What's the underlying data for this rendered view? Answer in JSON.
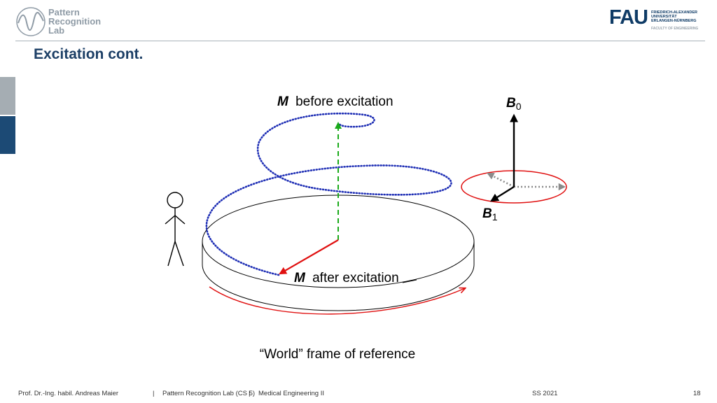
{
  "header": {
    "lab_logo_text": [
      "Pattern",
      "Recognition",
      "Lab"
    ],
    "fau_letters": "FAU",
    "fau_lines": [
      "FRIEDRICH-ALEXANDER",
      "UNIVERSITÄT",
      "ERLANGEN-NÜRNBERG"
    ],
    "fau_faculty": "FACULTY OF ENGINEERING"
  },
  "slide": {
    "title": "Excitation cont."
  },
  "diagram": {
    "label_m_before": "before excitation",
    "label_m_after": "after excitation",
    "label_m": "M",
    "label_b0": "B",
    "label_b0_sub": "0",
    "label_b1": "B",
    "label_b1_sub": "1",
    "caption": "“World” frame of reference",
    "colors": {
      "spiral": "#1f2fb5",
      "m_before": "#1aaa1a",
      "m_after": "#e01010",
      "rotation": "#e01010",
      "b1_circle": "#e01010",
      "b1_dashed": "#8a8a8a"
    }
  },
  "footer": {
    "author": "Prof. Dr.-Ing. habil. Andreas Maier",
    "lab": "Pattern Recognition Lab (CS 5)",
    "course": "Medical Engineering II",
    "semester": "SS 2021",
    "page": "18"
  }
}
